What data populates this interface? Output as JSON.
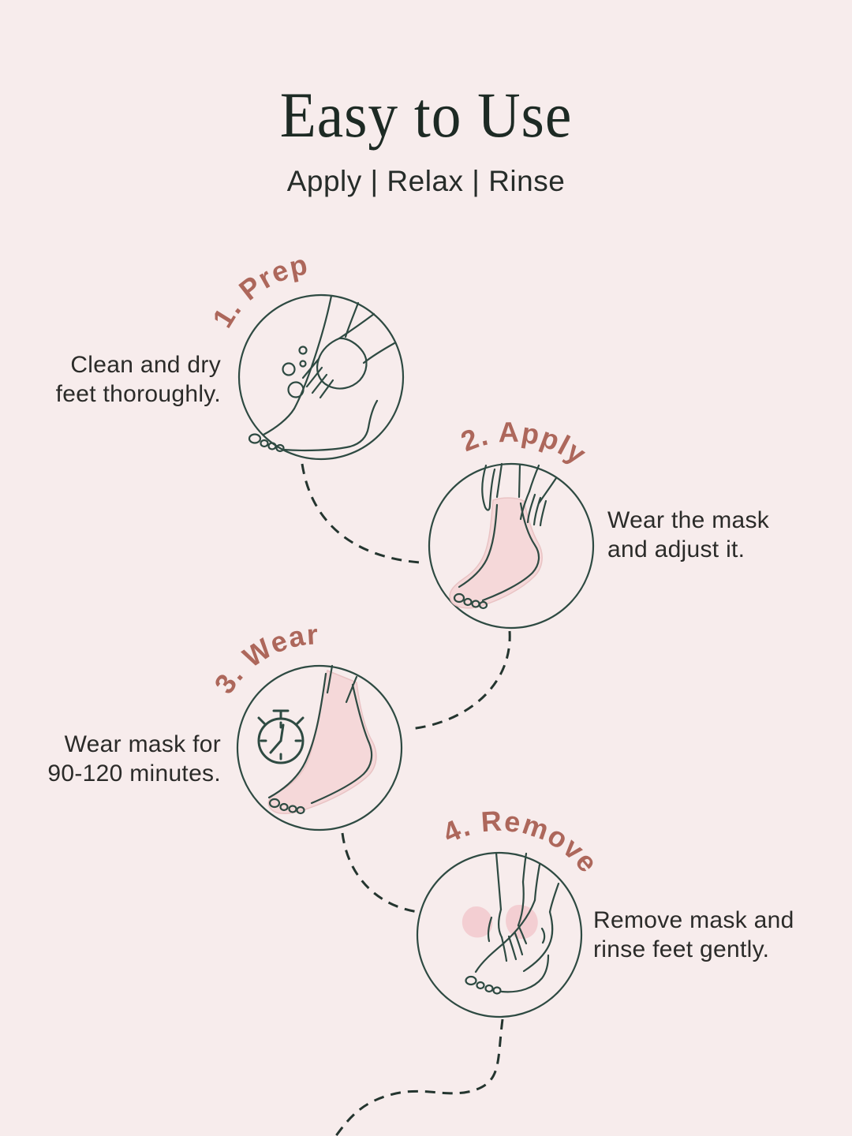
{
  "header": {
    "title": "Easy to Use",
    "subtitle": "Apply | Relax | Rinse"
  },
  "steps": [
    {
      "number": 1,
      "label": "1. Prep",
      "icon": "foot-scrub-icon",
      "caption_line1": "Clean and dry",
      "caption_line2": "feet thoroughly."
    },
    {
      "number": 2,
      "label": "2. Apply",
      "icon": "foot-mask-apply-icon",
      "caption_line1": "Wear the mask",
      "caption_line2": "and adjust it."
    },
    {
      "number": 3,
      "label": "3. Wear",
      "icon": "foot-mask-timer-icon",
      "caption_line1": "Wear mask for",
      "caption_line2": "90-120 minutes."
    },
    {
      "number": 4,
      "label": "4. Remove",
      "icon": "foot-mask-remove-icon",
      "caption_line1": "Remove mask and",
      "caption_line2": "rinse feet gently."
    }
  ],
  "colors": {
    "background": "#f7ecec",
    "title_text": "#1d2a24",
    "step_label": "#ad675b",
    "line_art": "#2e4a42",
    "body_text": "#2b2b29",
    "mask_fill": "#f5d8d9",
    "mask_outline": "#e9c3c4",
    "connector": "#24352f"
  }
}
